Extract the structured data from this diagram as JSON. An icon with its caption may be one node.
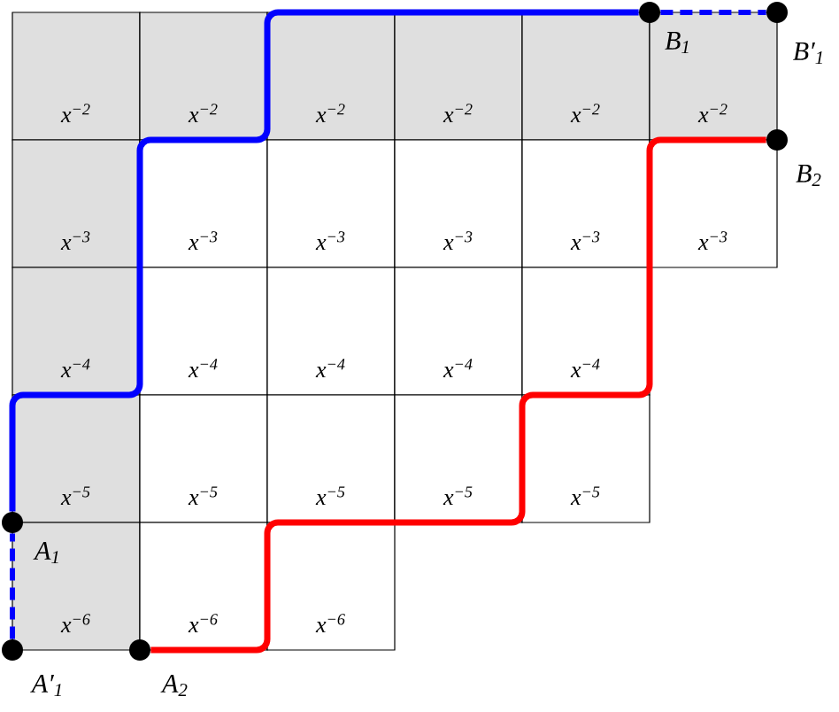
{
  "diagram": {
    "nodes": [
      {
        "text": [
          "x$^{−2}$"
        ]
      },
      {
        "text": [
          "x$^{−2}$"
        ]
      },
      {
        "text": [
          "x$^{−2}$"
        ]
      },
      {
        "text": [
          "x$^{−2}$"
        ]
      },
      {
        "text": [
          "x$^{−2}$"
        ]
      },
      {
        "text": [
          "x$^{−2}$"
        ]
      },
      {
        "text": [
          "x$^{−3}$"
        ]
      },
      {
        "text": [
          "x$^{−3}$"
        ]
      },
      {
        "text": [
          "x$^{−3}$"
        ]
      },
      {
        "text": [
          "x$^{−3}$"
        ]
      },
      {
        "text": [
          "x$^{−3}$"
        ]
      },
      {
        "text": [
          "x$^{−3}$"
        ]
      },
      {
        "text": [
          "x$^{−4}$"
        ]
      },
      {
        "text": [
          "x$^{−4}$"
        ]
      },
      {
        "text": [
          "x$^{−4}$"
        ]
      },
      {
        "text": [
          "x$^{−4}$"
        ]
      },
      {
        "text": [
          "x$^{−4}$"
        ]
      },
      {
        "text": [
          "x$^{−5}$"
        ]
      },
      {
        "text": [
          "x$^{−5}$"
        ]
      },
      {
        "text": [
          "x$^{−5}$"
        ]
      },
      {
        "text": [
          "x$^{−5}$"
        ]
      },
      {
        "text": [
          "x$^{−5}$"
        ]
      },
      {
        "text": [
          "x$^{−6}$"
        ]
      },
      {
        "text": [
          "x$^{−6}$"
        ]
      },
      {
        "text": [
          "x$^{−6}$"
        ]
      },
      {
        "text": [],
        "shape": "circle",
        "beside": [
          "B$_{1}$"
        ]
      },
      {
        "text": [],
        "shape": "circle",
        "beside": [
          "B′$_{1}$"
        ]
      },
      {
        "text": [],
        "shape": "circle",
        "beside": [
          "B$_{2}$"
        ]
      },
      {
        "text": [],
        "shape": "circle",
        "beside": [
          "A$_{1}$"
        ]
      },
      {
        "text": [],
        "shape": "circle",
        "beside": [
          "A′$_{1}$"
        ]
      },
      {
        "text": [],
        "shape": "circle",
        "beside": [
          "A$_{2}$"
        ]
      }
    ],
    "edges": [
      {
        "from": 28,
        "to": 25,
        "arrow": "none",
        "color": "#0000ff"
      },
      {
        "from": 29,
        "to": 28,
        "arrow": "none",
        "style": "dashed",
        "color": "#0000ff"
      },
      {
        "from": 25,
        "to": 26,
        "arrow": "none",
        "style": "dashed",
        "color": "#0000ff"
      },
      {
        "from": 30,
        "to": 27,
        "arrow": "none",
        "color": "#ff0000"
      }
    ]
  }
}
